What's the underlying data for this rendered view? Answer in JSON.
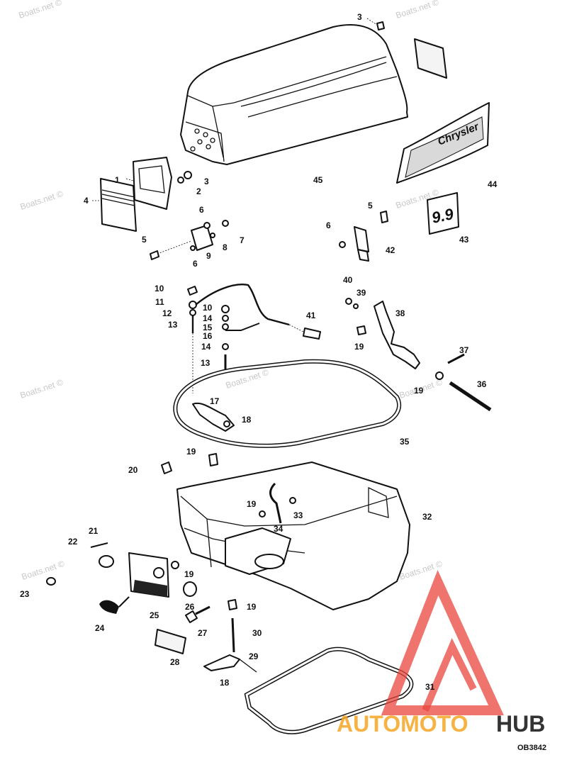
{
  "watermarks": [
    "Boats.net ©",
    "Boats.net ©",
    "Boats.net ©",
    "Boats.net ©",
    "Boats.net ©",
    "Boats.net ©",
    "Boats.net ©",
    "Boats.net ©",
    "Boats.net ©"
  ],
  "decal_brand": "Chrysler",
  "decal_model": "9.9",
  "drawing_code": "OB3842",
  "logo": {
    "text_a": "AUTOMOTO",
    "text_b": "HUB",
    "accent": "#e8453c",
    "accent2": "#f5a623",
    "dark": "#333333"
  },
  "callouts": [
    "1",
    "2",
    "3",
    "3",
    "4",
    "5",
    "5",
    "6",
    "6",
    "6",
    "7",
    "8",
    "9",
    "10",
    "10",
    "11",
    "12",
    "13",
    "13",
    "14",
    "14",
    "15",
    "16",
    "17",
    "18",
    "18",
    "19",
    "19",
    "19",
    "19",
    "19",
    "19",
    "20",
    "21",
    "22",
    "23",
    "24",
    "25",
    "26",
    "27",
    "28",
    "29",
    "30",
    "31",
    "32",
    "33",
    "34",
    "35",
    "36",
    "37",
    "38",
    "39",
    "40",
    "41",
    "42",
    "43",
    "44",
    "45"
  ]
}
